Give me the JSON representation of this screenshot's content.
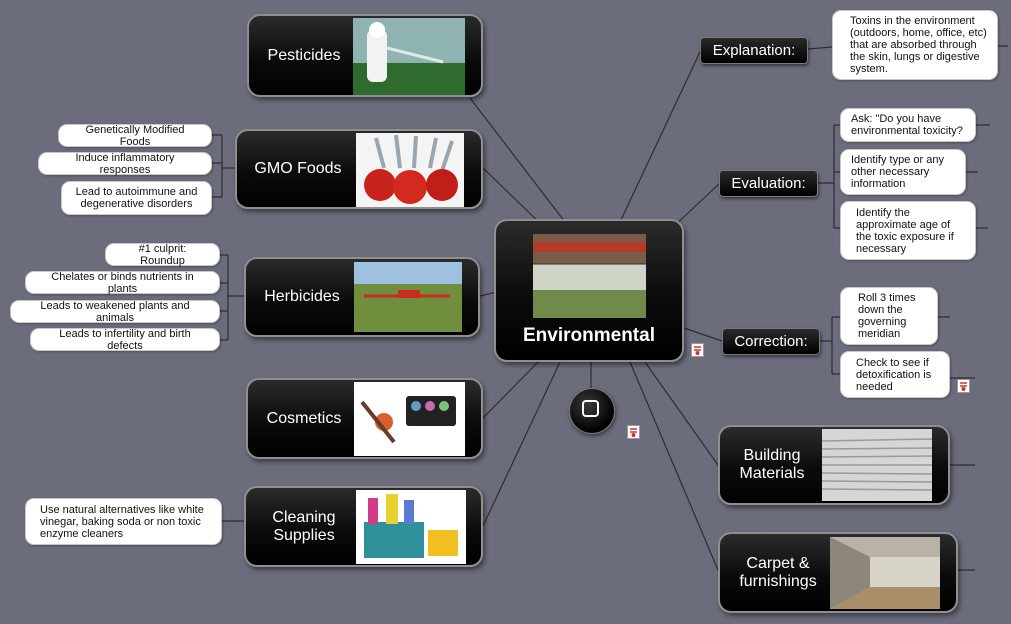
{
  "center": {
    "label": "Environmental"
  },
  "branches": {
    "pesticides": "Pesticides",
    "gmo_foods": "GMO Foods",
    "herbicides": "Herbicides",
    "cosmetics": "Cosmetics",
    "cleaning_supplies": "Cleaning Supplies",
    "building_materials": "Building Materials",
    "carpet_furnishings": "Carpet & furnishings"
  },
  "gmo_notes": [
    "Genetically Modified Foods",
    "Induce inflammatory responses",
    "Lead to autoimmune and degenerative disorders"
  ],
  "herbicide_notes": [
    "#1 culprit: Roundup",
    "Chelates or binds nutrients in plants",
    "Leads to weakened plants and animals",
    "Leads to infertility and birth defects"
  ],
  "cleaning_note": "Use natural alternatives like white vinegar, baking soda or non toxic enzyme cleaners",
  "explanation": {
    "label": "Explanation:",
    "note": "Toxins in the environment (outdoors, home, office, etc) that are absorbed through the skin, lungs or digestive system."
  },
  "evaluation": {
    "label": "Evaluation:",
    "notes": [
      "Ask: \"Do you have environmental toxicity?",
      "Identify type or any other necessary information",
      "Identify the approximate age of the toxic exposure if necessary"
    ]
  },
  "correction": {
    "label": "Correction:",
    "notes": [
      "Roll 3 times down the governing meridian",
      "Check to see if detoxification is needed"
    ]
  },
  "colors": {
    "background": "#6b6d7d",
    "node": "#000000",
    "node_border": "#8f8f8f",
    "note": "#ffffff",
    "line": "#2a2a2a"
  },
  "icons": [
    "attachment-icon",
    "hub-square-icon"
  ]
}
